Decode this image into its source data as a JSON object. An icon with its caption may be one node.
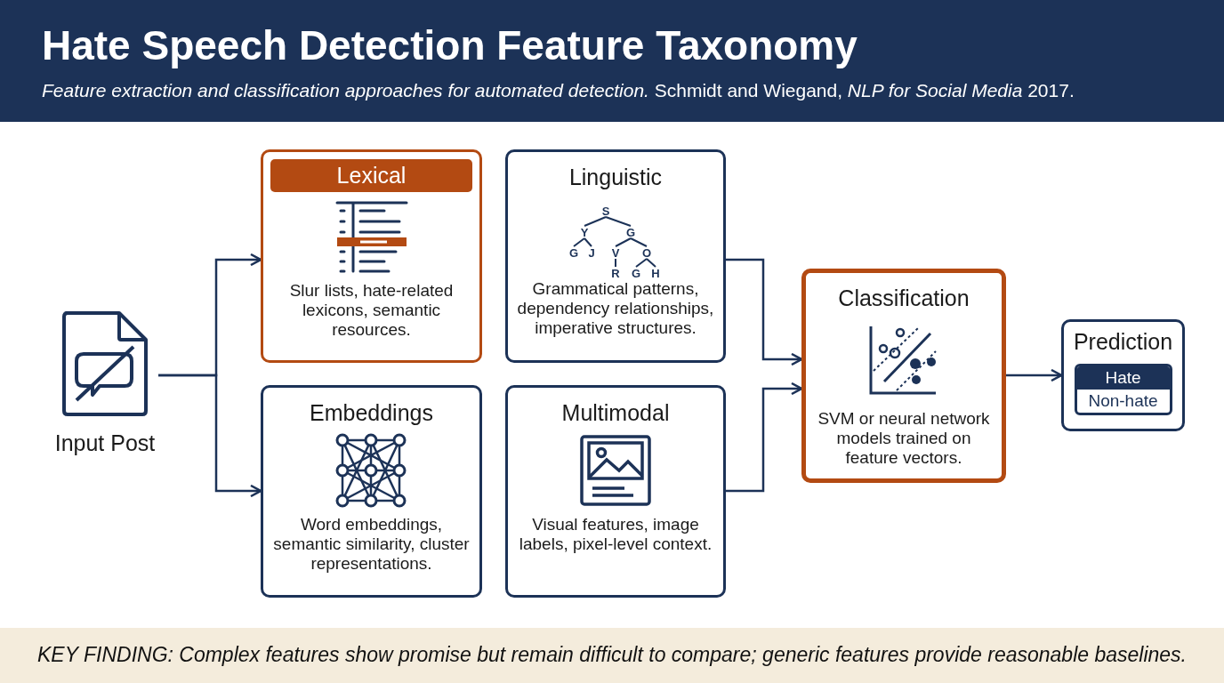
{
  "diagram": {
    "title": "Hate Speech Detection Feature Taxonomy",
    "caption": "KEY FINDING: Complex features show promise but remain difficult to compare; generic features provide reasonable baselines.",
    "nodes": [
      {
        "text": [
          "Input Post"
        ]
      },
      {
        "text": [
          "Lexical",
          "Slur lists, hate-related lexicons, semantic resources."
        ]
      },
      {
        "text": [
          "Linguistic",
          "Grammatical patterns, dependency relationships, imperative structures."
        ]
      },
      {
        "text": [
          "Embeddings",
          "Word embeddings, semantic similarity, cluster representations."
        ]
      },
      {
        "text": [
          "Multimodal",
          "Visual features, image labels, pixel-level context."
        ]
      },
      {
        "text": [
          "Classification",
          "SVM or neural network models trained on feature vectors."
        ]
      },
      {
        "text": [
          "Prediction",
          "Hate",
          "Non-hate"
        ]
      }
    ],
    "edges": [
      {
        "from": 0,
        "to": 1,
        "arrow": "to"
      },
      {
        "from": 0,
        "to": 3,
        "arrow": "to"
      },
      {
        "from": 2,
        "to": 5,
        "arrow": "to"
      },
      {
        "from": 4,
        "to": 5,
        "arrow": "to"
      },
      {
        "from": 5,
        "to": 6,
        "arrow": "to"
      }
    ],
    "labels": [
      "*Feature extraction and classification approaches for automated detection.* Schmidt and Wiegand, *NLP for Social Media* 2017.",
      "S",
      "Y",
      "G",
      "G",
      "J",
      "V",
      "O",
      "R",
      "G",
      "H"
    ]
  }
}
